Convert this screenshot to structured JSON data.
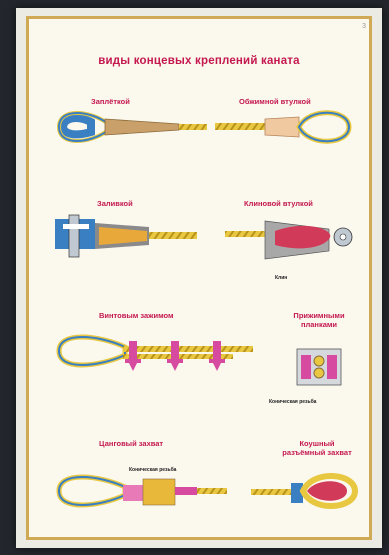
{
  "poster": {
    "title": "виды концевых креплений каната",
    "corner_mark": "3",
    "sections": [
      {
        "label": "Заплёткой"
      },
      {
        "label": "Обжимной втулкой"
      },
      {
        "label": "Заливкой"
      },
      {
        "label": "Клиновой втулкой",
        "note": "Клин"
      },
      {
        "label": "Винтовым зажимом"
      },
      {
        "label": "Прижимными планками",
        "note": "Коническая резьба"
      },
      {
        "label": "Цанговый захват",
        "note": "Коническая резьба"
      },
      {
        "label": "Коушный разъёмный захват"
      }
    ]
  },
  "colors": {
    "label_red": "#c4184f",
    "thimble_blue": "#3a7fc2",
    "rope_yellow": "#e8c840",
    "clamp_pink": "#d64aa0",
    "frame_gold": "#d0a955"
  }
}
